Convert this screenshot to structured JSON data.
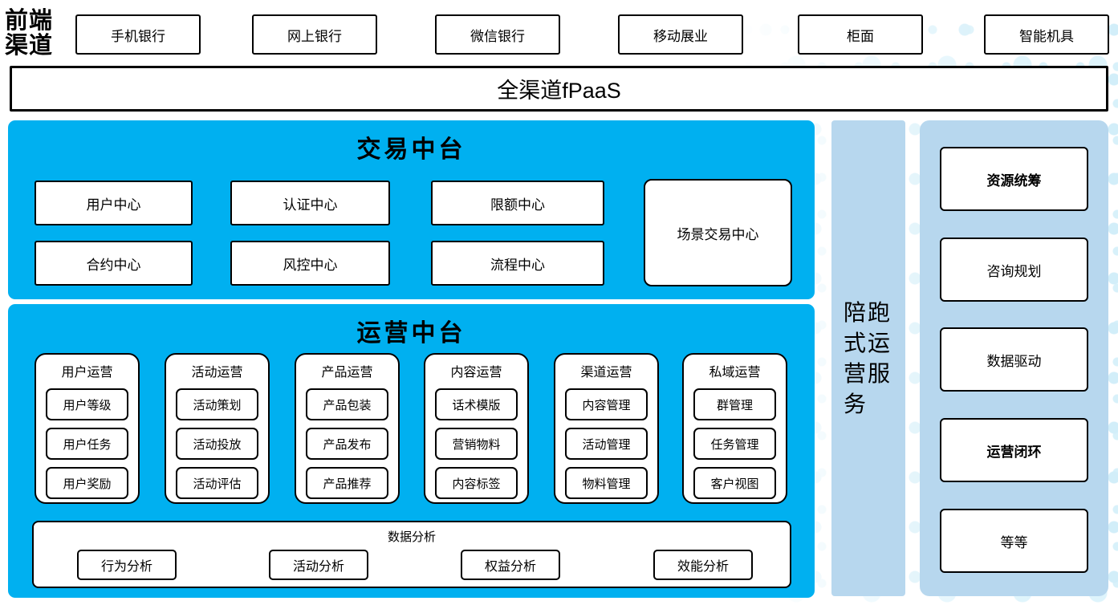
{
  "header": {
    "label": "前端渠道",
    "channels": [
      "手机银行",
      "网上银行",
      "微信银行",
      "移动展业",
      "柜面",
      "智能机具"
    ]
  },
  "fpaas": {
    "label": "全渠道fPaaS"
  },
  "transaction_platform": {
    "title": "交易中台",
    "row1": [
      "用户中心",
      "认证中心",
      "限额中心"
    ],
    "row2": [
      "合约中心",
      "风控中心",
      "流程中心"
    ],
    "scenario_center": "场景交易中心"
  },
  "operation_platform": {
    "title": "运营中台",
    "columns": [
      {
        "title": "用户运营",
        "items": [
          "用户等级",
          "用户任务",
          "用户奖励"
        ]
      },
      {
        "title": "活动运营",
        "items": [
          "活动策划",
          "活动投放",
          "活动评估"
        ]
      },
      {
        "title": "产品运营",
        "items": [
          "产品包装",
          "产品发布",
          "产品推荐"
        ]
      },
      {
        "title": "内容运营",
        "items": [
          "话术模版",
          "营销物料",
          "内容标签"
        ]
      },
      {
        "title": "渠道运营",
        "items": [
          "内容管理",
          "活动管理",
          "物料管理"
        ]
      },
      {
        "title": "私域运营",
        "items": [
          "群管理",
          "任务管理",
          "客户视图"
        ]
      }
    ],
    "data_analysis": {
      "title": "数据分析",
      "items": [
        "行为分析",
        "活动分析",
        "权益分析",
        "效能分析"
      ]
    }
  },
  "companion_strip": {
    "label": "陪跑式运营服务"
  },
  "right_panel": {
    "items": [
      "资源统筹",
      "咨询规划",
      "数据驱动",
      "运营闭环",
      "等等"
    ]
  },
  "colors": {
    "primary_blue": "#00B0F0",
    "light_blue": "#B7D7EE",
    "dot_blue": "#D5EFFA",
    "border": "#000000"
  }
}
